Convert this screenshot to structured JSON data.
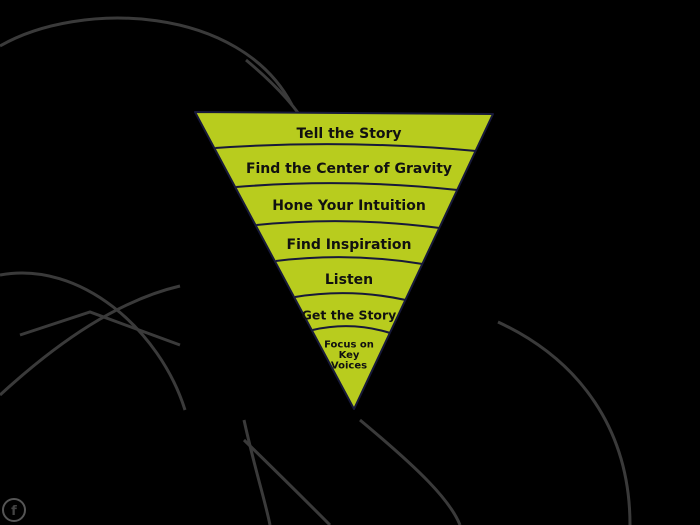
{
  "diagram": {
    "colors": {
      "background": "#000000",
      "funnel_fill": "#b8cc1e",
      "funnel_outline": "#17193a",
      "decor_lines": "#3a3a3a",
      "label_text": "#111111"
    },
    "layers": [
      {
        "label": "Tell the Story"
      },
      {
        "label": "Find the Center of Gravity"
      },
      {
        "label": "Hone Your Intuition"
      },
      {
        "label": "Find Inspiration"
      },
      {
        "label": "Listen"
      },
      {
        "label": "Get the Story"
      },
      {
        "label": "Focus on\nKey\nVoices"
      }
    ],
    "logo": {
      "icon": "circled-f-icon"
    }
  }
}
